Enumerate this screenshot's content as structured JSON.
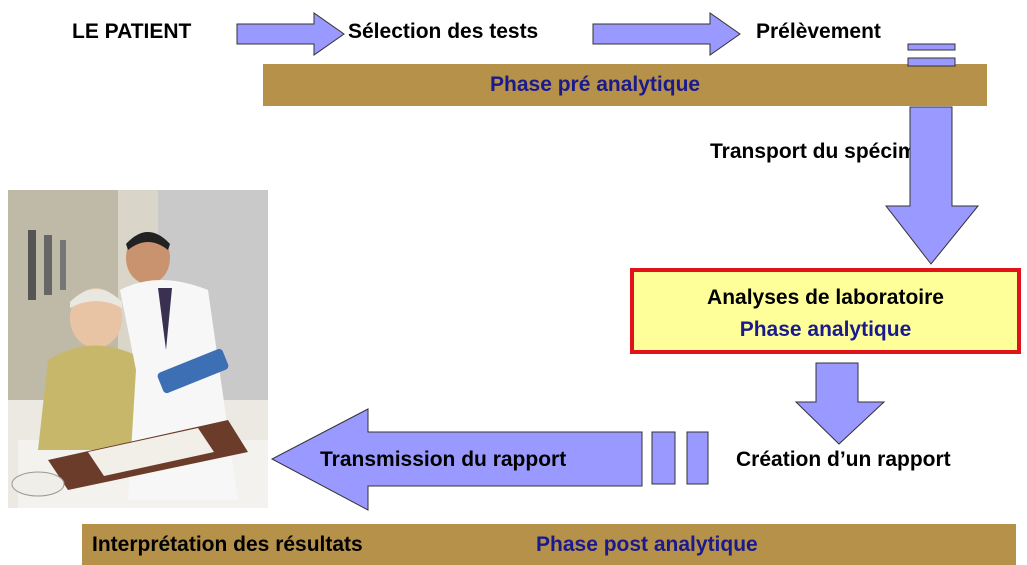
{
  "flow": {
    "patient": "LE PATIENT",
    "test_selection": "Sélection des tests",
    "sampling": "Prélèvement",
    "transport": "Transport du spécimen",
    "report_creation": "Création d’un rapport",
    "report_transmission": "Transmission du rapport"
  },
  "phases": {
    "pre_analytic": "Phase pré analytique",
    "lab_analyses": "Analyses de laboratoire",
    "analytic": "Phase analytique",
    "result_interpretation": "Interprétation des résultats",
    "post_analytic": "Phase post analytique"
  },
  "colors": {
    "arrow_fill": "#9999ff",
    "band_fill": "#b5914a",
    "box_fill": "#ffff99",
    "box_border": "#e0131b",
    "phase_text": "#1a1a8c"
  }
}
